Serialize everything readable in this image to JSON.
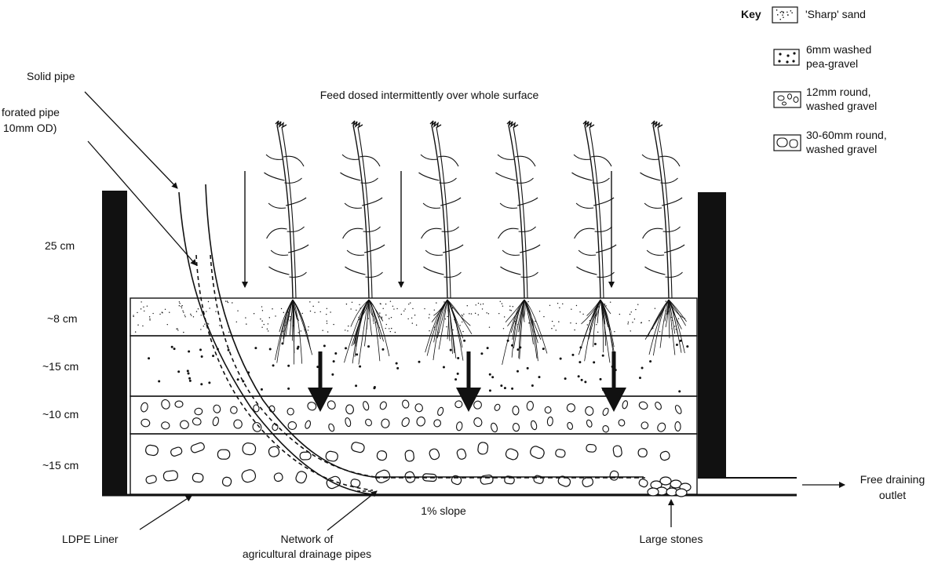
{
  "feed_label": "Feed dosed intermittently over whole surface",
  "pipes": {
    "solid_label": "Solid pipe",
    "perforated_label_line1": "forated pipe",
    "perforated_label_line2": "10mm OD)"
  },
  "depths": [
    "25 cm",
    "~8 cm",
    "~15  cm",
    "~10 cm",
    "~15 cm"
  ],
  "bottom": {
    "liner_label": "LDPE Liner",
    "network_line1": "Network of",
    "network_line2": "agricultural drainage pipes",
    "slope_label": "1% slope",
    "stones_label": "Large stones",
    "outlet_line1": "Free draining",
    "outlet_line2": "outlet"
  },
  "key": {
    "title": "Key",
    "items": [
      {
        "icon": "sharp-sand-swatch-icon",
        "lines": [
          "'Sharp' sand"
        ]
      },
      {
        "icon": "pea-gravel-swatch-icon",
        "lines": [
          "6mm washed",
          "pea-gravel"
        ]
      },
      {
        "icon": "round-gravel-12mm-swatch-icon",
        "lines": [
          "12mm round,",
          "washed gravel"
        ]
      },
      {
        "icon": "round-gravel-30-60mm-swatch-icon",
        "lines": [
          "30-60mm round,",
          "washed gravel"
        ]
      }
    ]
  }
}
